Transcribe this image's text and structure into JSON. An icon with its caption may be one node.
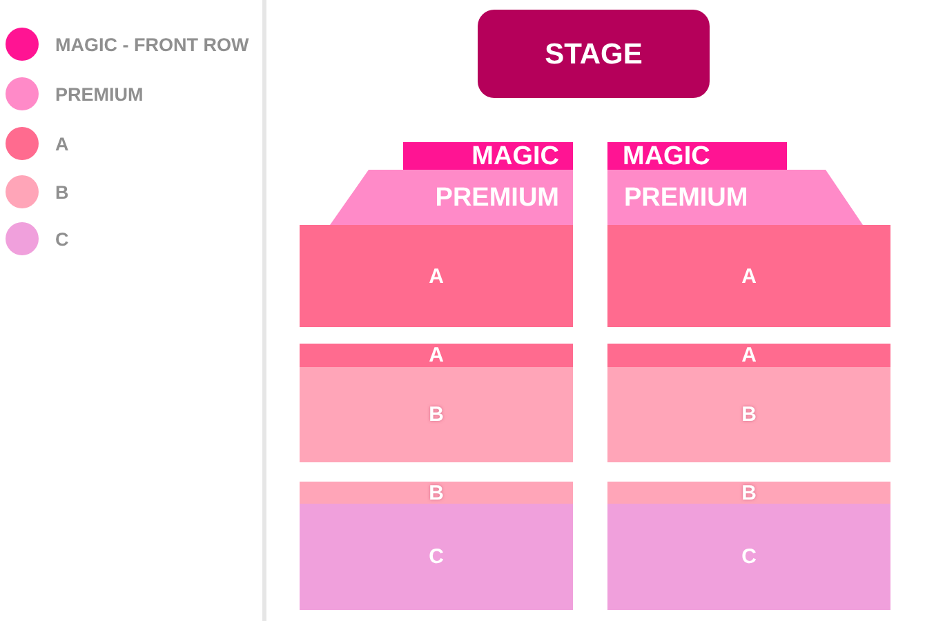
{
  "diagram": {
    "nodes": [
      {
        "text": [
          "STAGE"
        ]
      },
      {
        "text": [
          "MAGIC"
        ]
      },
      {
        "text": [
          "MAGIC"
        ]
      },
      {
        "text": [
          "PREMIUM"
        ]
      },
      {
        "text": [
          "PREMIUM"
        ]
      },
      {
        "text": [
          "A"
        ]
      },
      {
        "text": [
          "A"
        ]
      },
      {
        "text": [
          "A"
        ]
      },
      {
        "text": [
          "A"
        ]
      },
      {
        "text": [
          "B"
        ]
      },
      {
        "text": [
          "B"
        ]
      },
      {
        "text": [
          "B"
        ]
      },
      {
        "text": [
          "B"
        ]
      },
      {
        "text": [
          "C"
        ]
      },
      {
        "text": [
          "C"
        ]
      }
    ],
    "edges": [],
    "legend": [
      {
        "text": "MAGIC - FRONT ROW",
        "color": "#ff1493"
      },
      {
        "text": "PREMIUM",
        "color": "#ff8ac8"
      },
      {
        "text": "A",
        "color": "#ff6b8f"
      },
      {
        "text": "B",
        "color": "#ffa5b8"
      },
      {
        "text": "C",
        "color": "#f0a0dc"
      }
    ]
  }
}
